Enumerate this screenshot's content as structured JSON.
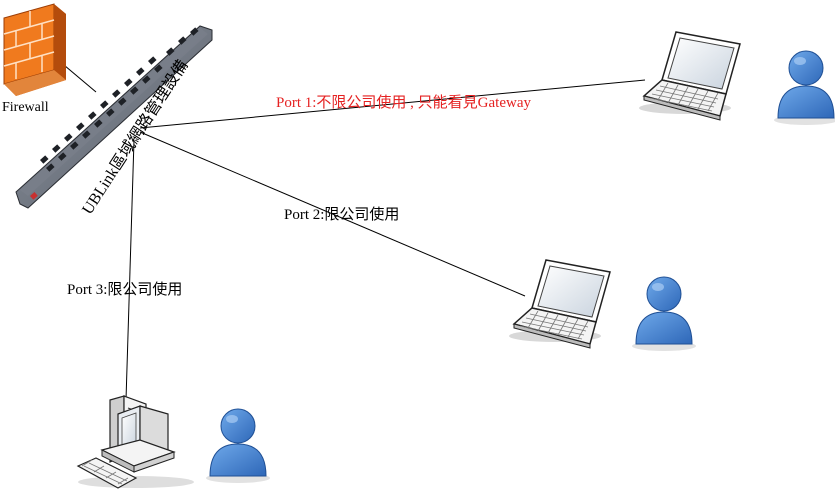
{
  "labels": {
    "firewall": "Firewall",
    "device": "UBLink區域網路管理設備",
    "port1": "Port 1:不限公司使用 , 只能看見Gateway",
    "port2": "Port 2:限公司使用",
    "port3": "Port 3:限公司使用"
  },
  "colors": {
    "port1_text": "#e52222",
    "user_icon": "#3f7fd0",
    "firewall_brick": "#f07a1e",
    "switch_body": "#6f7581"
  },
  "icons": {
    "firewall": "firewall-icon",
    "switch": "network-switch-icon",
    "laptop": "laptop-icon",
    "desktop": "desktop-computer-icon",
    "user": "user-icon"
  }
}
